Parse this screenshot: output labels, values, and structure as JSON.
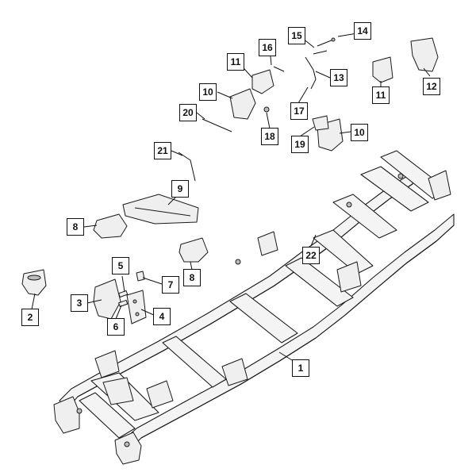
{
  "callouts": {
    "c1": "1",
    "c2": "2",
    "c3": "3",
    "c4": "4",
    "c5": "5",
    "c6": "6",
    "c7": "7",
    "c8a": "8",
    "c8b": "8",
    "c9": "9",
    "c10a": "10",
    "c10b": "10",
    "c11a": "11",
    "c11b": "11",
    "c12": "12",
    "c13": "13",
    "c14": "14",
    "c15": "15",
    "c16": "16",
    "c17": "17",
    "c18": "18",
    "c19": "19",
    "c20": "20",
    "c21": "21",
    "c22": "22"
  }
}
